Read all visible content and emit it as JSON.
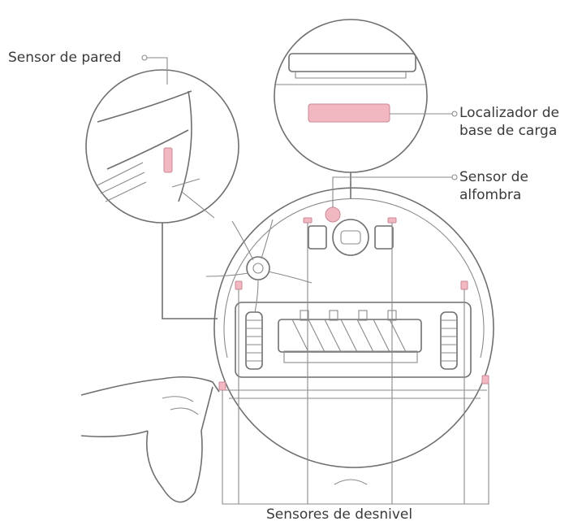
{
  "labels": {
    "wall_sensor": "Sensor de pared",
    "dock_locator_line1": "Localizador de",
    "dock_locator_line2": "base de carga",
    "carpet_sensor_line1": "Sensor de",
    "carpet_sensor_line2": "alfombra",
    "cliff_sensors": "Sensores de desnivel"
  },
  "colors": {
    "line": "#6f6f6f",
    "highlight": "#f2b8c2",
    "text": "#3a3a3a"
  }
}
